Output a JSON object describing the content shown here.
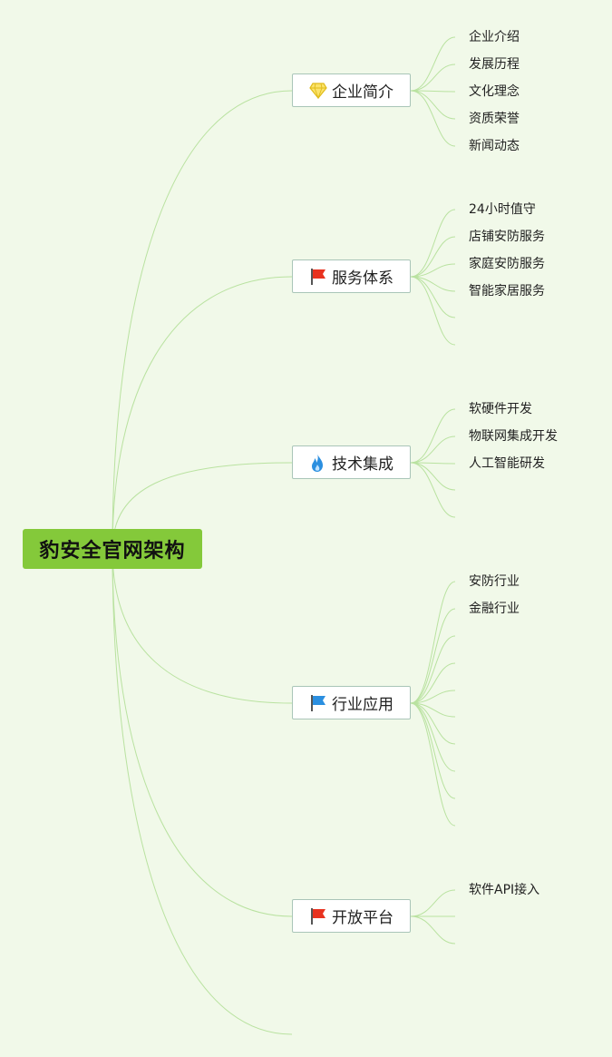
{
  "root": {
    "label": "豹安全官网架构"
  },
  "branches": [
    {
      "label": "企业简介",
      "icon": "diamond-icon",
      "children": [
        "企业介绍",
        "发展历程",
        "文化理念",
        "资质荣誉",
        "新闻动态"
      ]
    },
    {
      "label": "服务体系",
      "icon": "red-flag-icon",
      "children": [
        "24小时值守",
        "店铺安防服务",
        "家庭安防服务",
        "智能家居服务"
      ]
    },
    {
      "label": "技术集成",
      "icon": "fire-icon",
      "children": [
        "软硬件开发",
        "物联网集成开发",
        "人工智能研发"
      ]
    },
    {
      "label": "行业应用",
      "icon": "blue-flag-icon",
      "children": [
        "安防行业",
        "金融行业"
      ]
    },
    {
      "label": "开放平台",
      "icon": "red-flag-icon",
      "children": [
        "软件API接入"
      ]
    }
  ],
  "colors": {
    "background": "#f1f9e9",
    "root": "#84c93a",
    "connector": "#b9e2a0",
    "branch_border": "#a9c5b8"
  }
}
